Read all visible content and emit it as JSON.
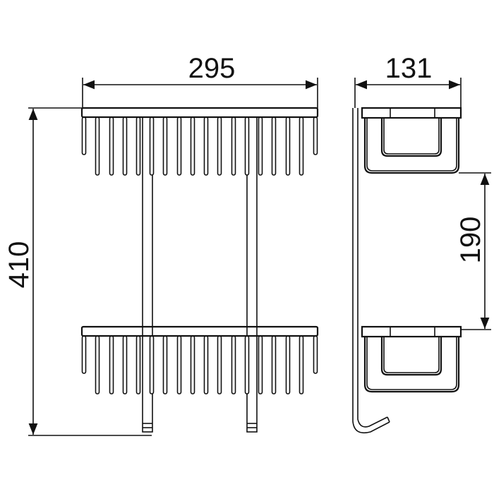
{
  "drawing": {
    "front_view": {
      "width_dimension": "295",
      "height_dimension": "410"
    },
    "side_view": {
      "depth_dimension": "131",
      "shelf_spacing_dimension": "190"
    },
    "line_color": "#111111",
    "background": "#ffffff"
  }
}
